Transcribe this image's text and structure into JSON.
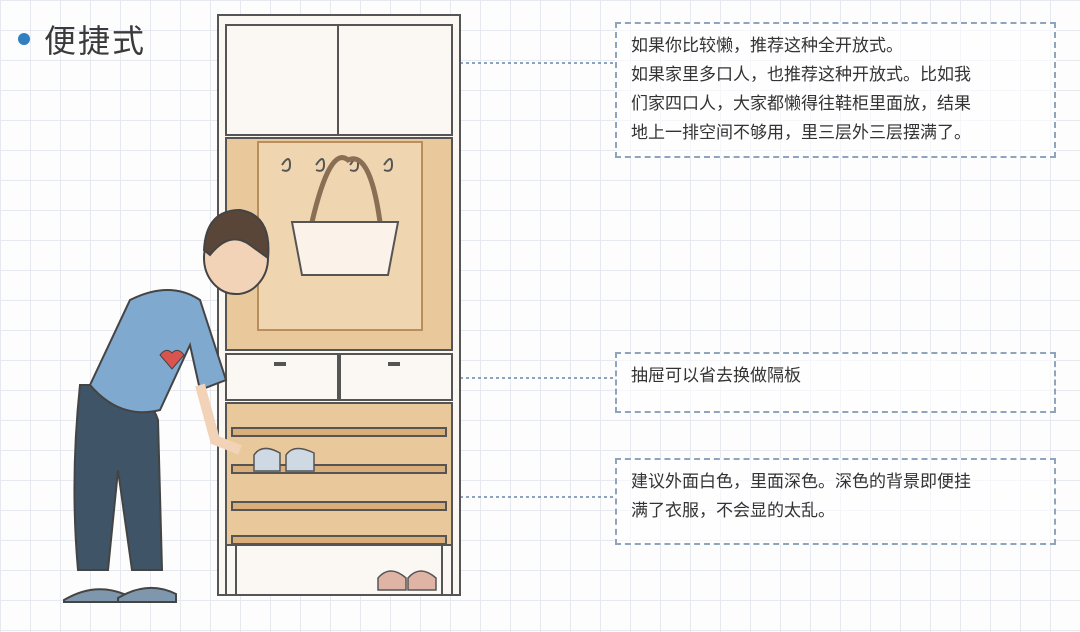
{
  "heading": {
    "title": "便捷式",
    "bullet_color": "#2f7fc1"
  },
  "notes": [
    {
      "lines": [
        "如果你比较懒，推荐这种全开放式。",
        "如果家里多口人，也推荐这种开放式。比如我",
        "们家四口人，大家都懒得往鞋柜里面放，结果",
        "地上一排空间不够用，里三层外三层摆满了。"
      ]
    },
    {
      "lines": [
        "抽屉可以省去换做隔板"
      ]
    },
    {
      "lines": [
        "建议外面白色，里面深色。深色的背景即便挂",
        "满了衣服，不会显的太乱。"
      ]
    }
  ],
  "colors": {
    "wood": "#e9c99c",
    "wood_dark": "#d9ae78",
    "cabinet_white": "#fbf8f3",
    "shirt": "#7fa9cf",
    "pants": "#3f5466"
  }
}
